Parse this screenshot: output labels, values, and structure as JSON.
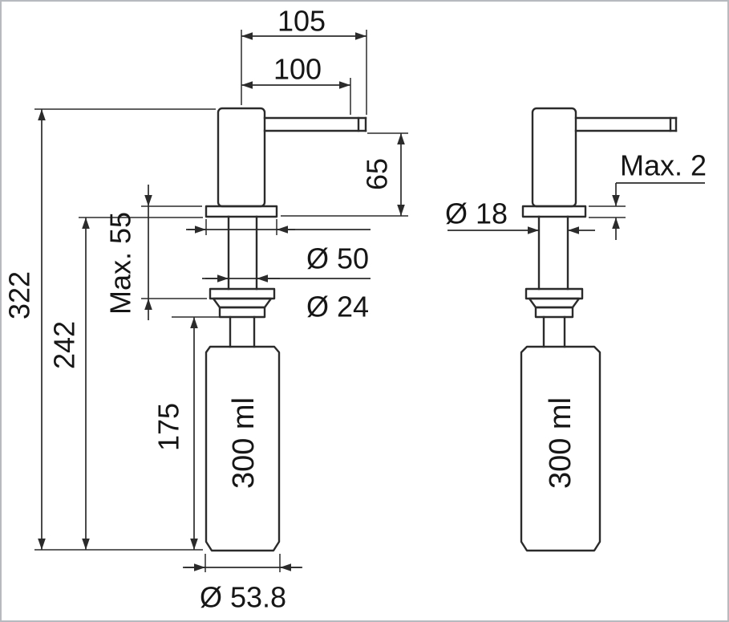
{
  "diagram": {
    "type": "technical-drawing",
    "subject": "soap dispenser dimensional drawing, front and side views",
    "colors": {
      "line": "#2b2b2b",
      "text": "#161616",
      "background": "#ffffff",
      "border": "#b7bbbf"
    },
    "labels": {
      "spout_overall": "105",
      "spout_reach": "100",
      "spout_height": "65",
      "total_height": "322",
      "under_height": "242",
      "max_thickness": "Max. 55",
      "bottle_height": "175",
      "flange_dia": "Ø 50",
      "shaft_dia": "Ø 24",
      "bottle_dia": "Ø 53.8",
      "tube_dia": "Ø 18",
      "flange_height": "Max. 2",
      "front_capacity": "300 ml",
      "side_capacity": "300 ml"
    }
  }
}
